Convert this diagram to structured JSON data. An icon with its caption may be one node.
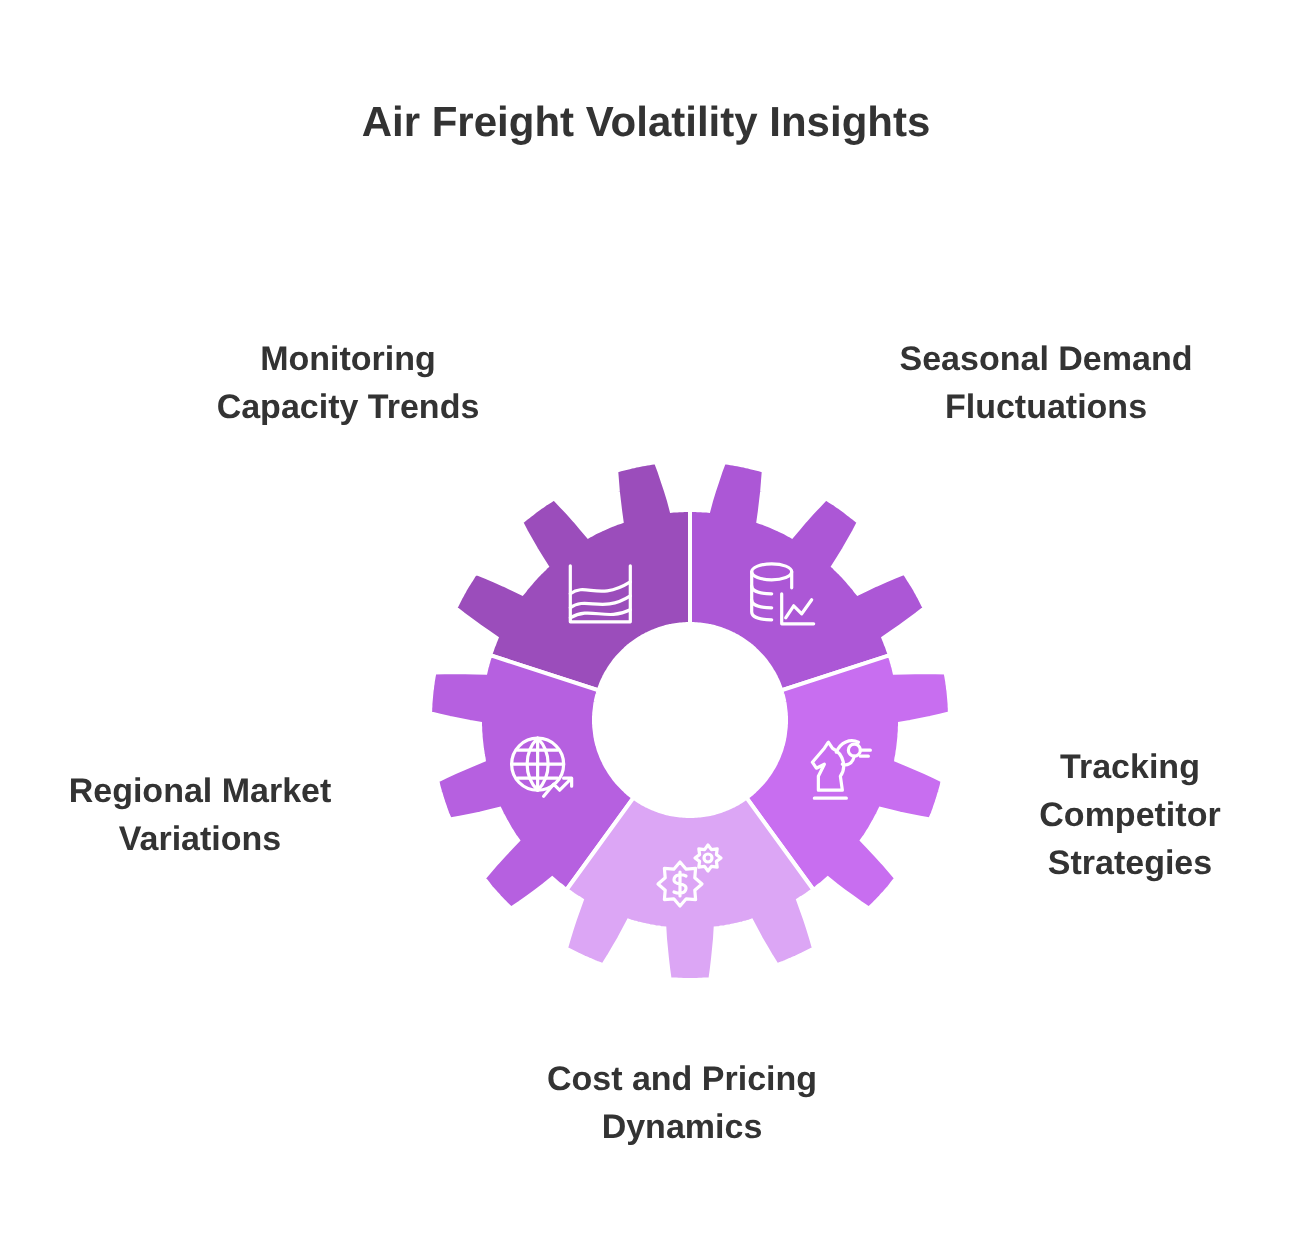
{
  "diagram": {
    "title": "Air Freight Volatility Insights",
    "labels": [
      "Monitoring Capacity Trends",
      "Seasonal Demand Fluctuations",
      "Regional Market Variations",
      "Tracking Competitor Strategies",
      "Cost and Pricing Dynamics"
    ]
  }
}
